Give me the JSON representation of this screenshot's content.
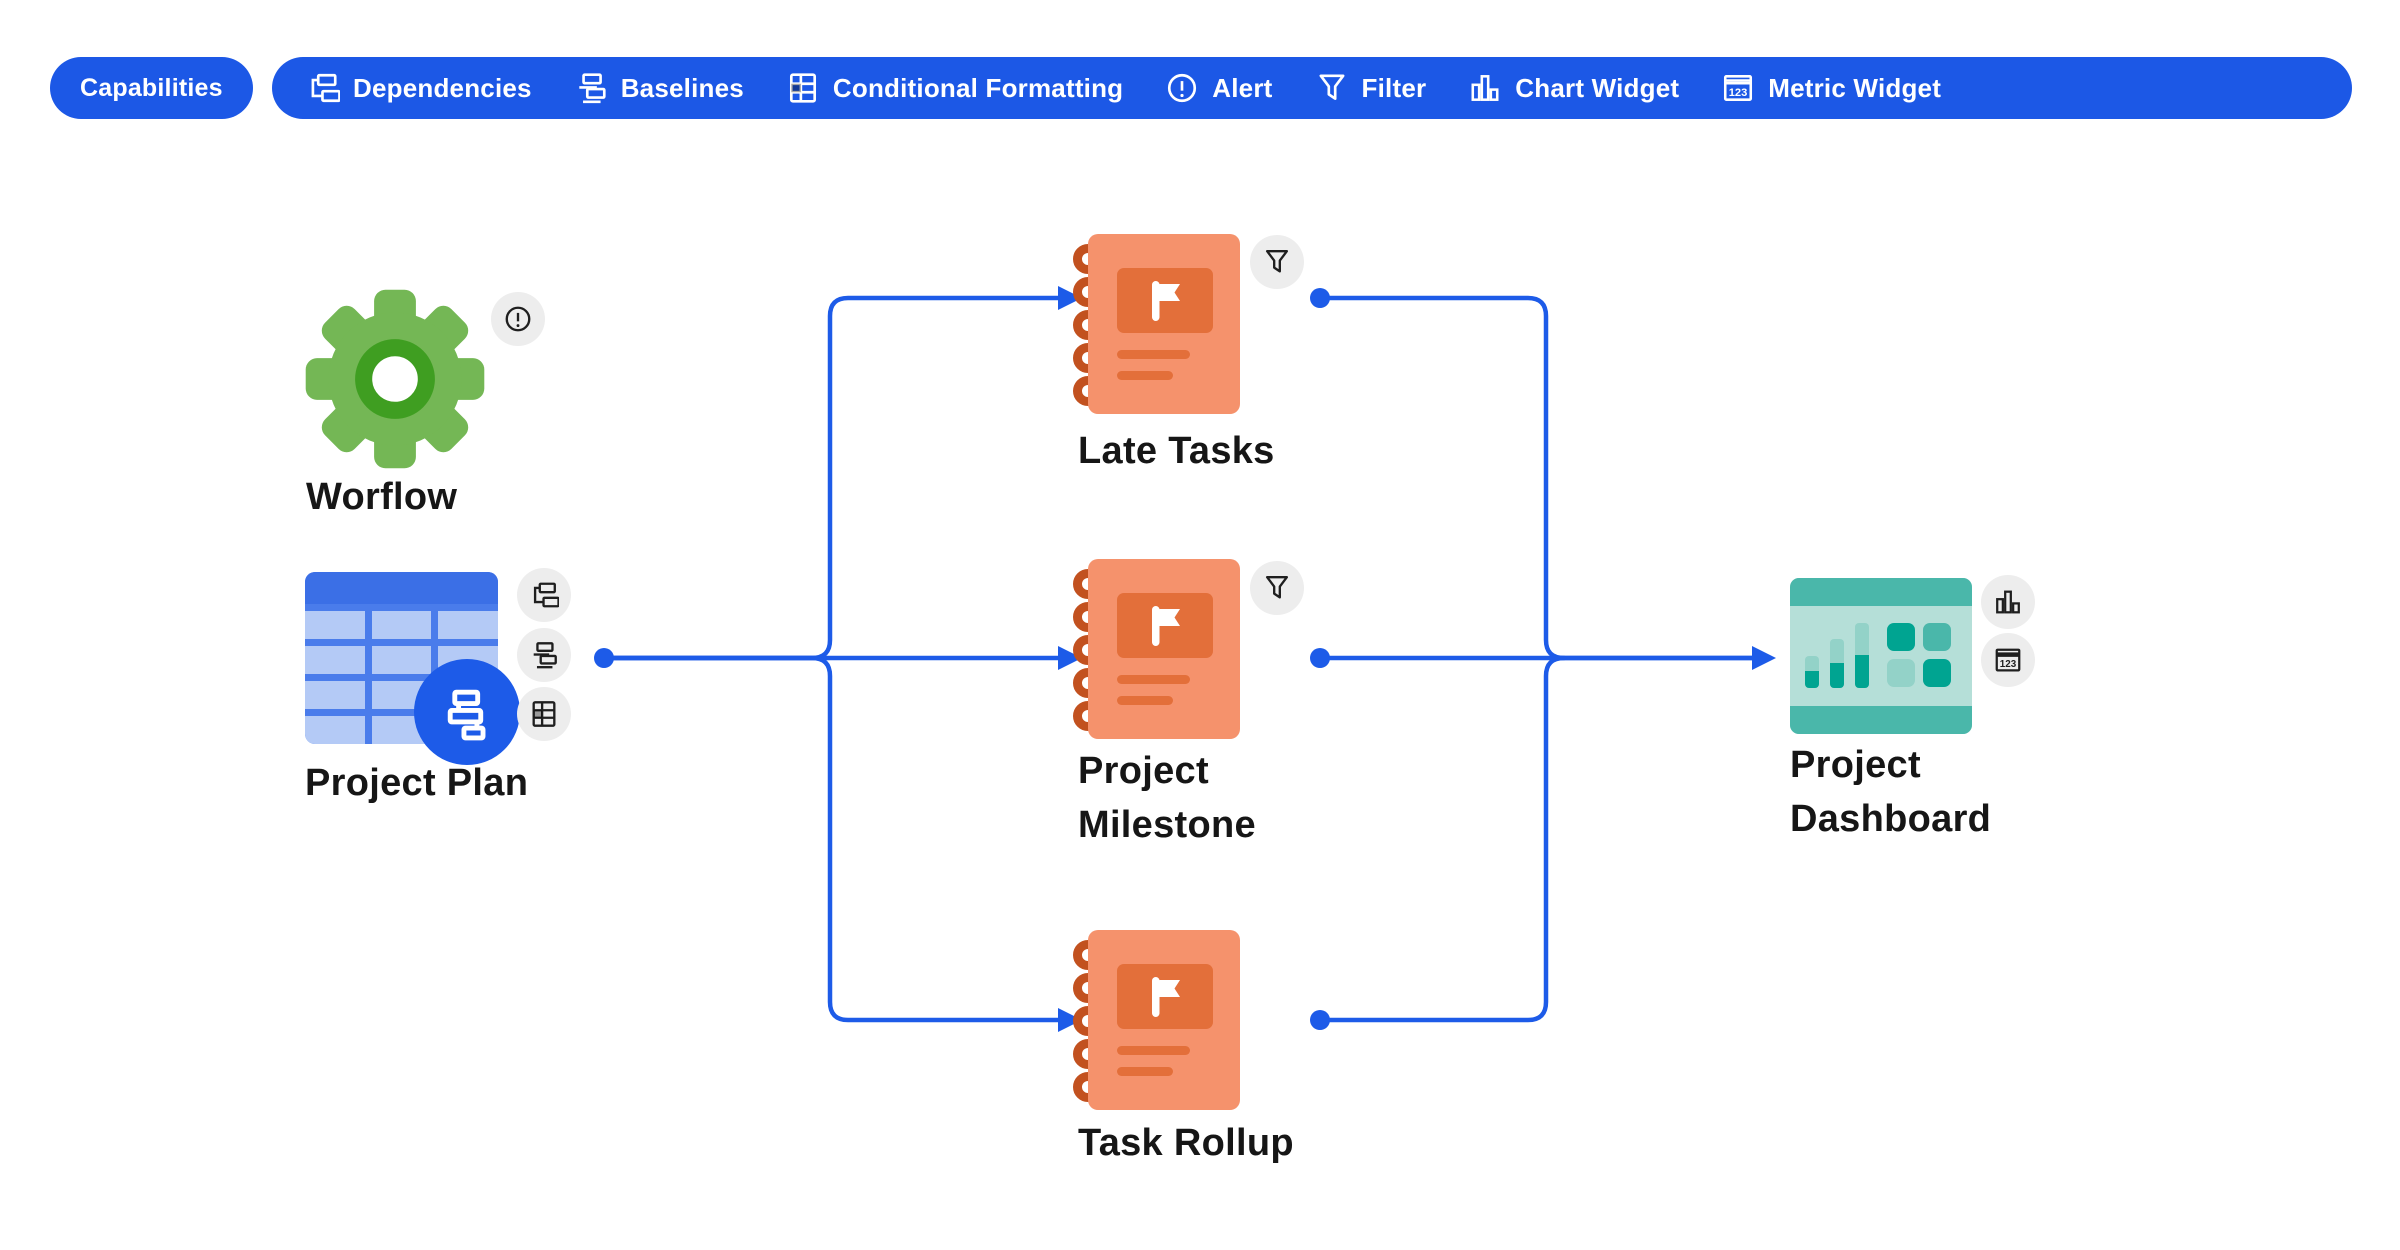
{
  "colors": {
    "blue": "#1c58e6",
    "circle-blue": "#1d5be8",
    "green": "#74b755",
    "green-dark": "#3f9e21",
    "orange": "#f5926c",
    "orange-dark": "#c2511f",
    "orange-mid": "#e36f3a",
    "teal-band": "#4ab7aa",
    "teal-bg": "#b5dfd8",
    "teal-dark": "#00a491",
    "teal-light": "#93d2c8",
    "table-bg": "#4a7ceb",
    "table-header": "#3b6fe6",
    "table-cell": "#b4caf6",
    "badge-bg": "#ededed",
    "ink": "#161616"
  },
  "capabilities_pill": {
    "label": "Capabilities"
  },
  "capabilities_bar": {
    "items": [
      {
        "label": "Dependencies",
        "icon": "dependencies-icon"
      },
      {
        "label": "Baselines",
        "icon": "baselines-icon"
      },
      {
        "label": "Conditional Formatting",
        "icon": "conditional-formatting-icon"
      },
      {
        "label": "Alert",
        "icon": "alert-icon"
      },
      {
        "label": "Filter",
        "icon": "filter-icon"
      },
      {
        "label": "Chart Widget",
        "icon": "chart-widget-icon"
      },
      {
        "label": "Metric Widget",
        "icon": "metric-widget-icon"
      }
    ]
  },
  "icons": {
    "metric_text": "123"
  },
  "diagram": {
    "workflow": {
      "label": "Worflow"
    },
    "project_plan": {
      "label": "Project Plan"
    },
    "late_tasks": {
      "label": "Late Tasks"
    },
    "project_milestone": {
      "label": "Project\nMilestone"
    },
    "task_rollup": {
      "label": "Task Rollup"
    },
    "project_dashboard": {
      "label": "Project\nDashboard"
    }
  }
}
